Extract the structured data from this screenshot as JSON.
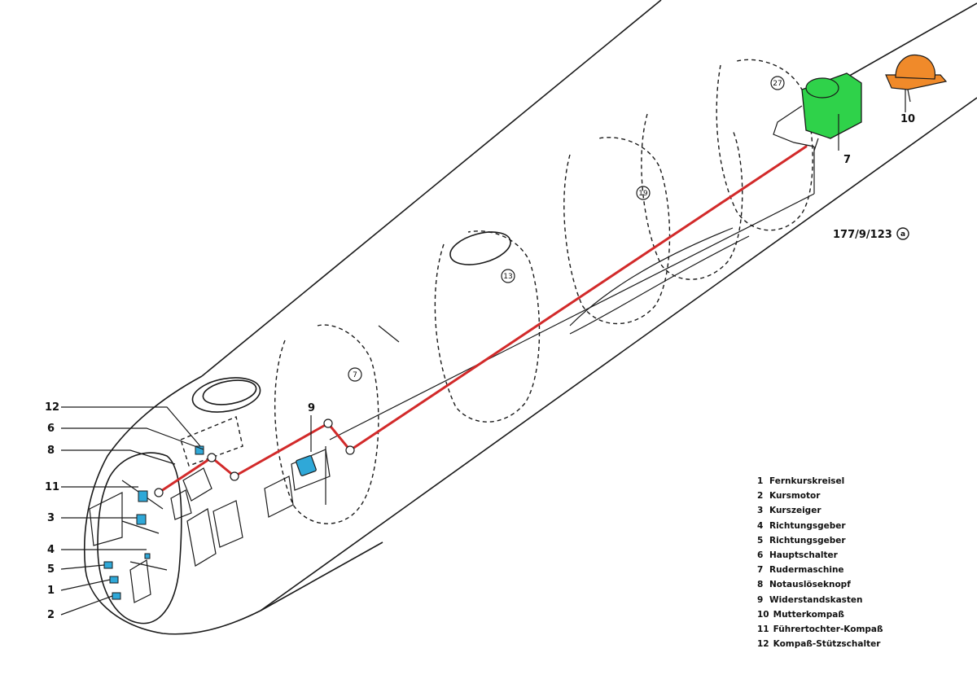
{
  "reference_code": "177/9/123",
  "reference_mark": "a",
  "callouts": {
    "c12": "12",
    "c6": "6",
    "c8": "8",
    "c11": "11",
    "c3": "3",
    "c4": "4",
    "c5": "5",
    "c1": "1",
    "c2": "2",
    "c9": "9",
    "c7": "7",
    "c10": "10"
  },
  "frame_labels": {
    "f7": "7",
    "f13": "13",
    "f19": "19",
    "f27": "27"
  },
  "legend": [
    {
      "num": "1",
      "label": "Fernkurskreisel"
    },
    {
      "num": "2",
      "label": "Kursmotor"
    },
    {
      "num": "3",
      "label": "Kurszeiger"
    },
    {
      "num": "4",
      "label": "Richtungsgeber"
    },
    {
      "num": "5",
      "label": "Richtungsgeber"
    },
    {
      "num": "6",
      "label": "Hauptschalter"
    },
    {
      "num": "7",
      "label": "Rudermaschine"
    },
    {
      "num": "8",
      "label": "Notauslöseknopf"
    },
    {
      "num": "9",
      "label": "Widerstandskasten"
    },
    {
      "num": "10",
      "label": "Mutterkompaß"
    },
    {
      "num": "11",
      "label": "Führertochter-Kompaß"
    },
    {
      "num": "12",
      "label": "Kompaß-Stützschalter"
    }
  ],
  "colors": {
    "wire": "#d22a2a",
    "servo": "#2fd24a",
    "master_compass": "#f08a2a",
    "instruments": "#2fa8d8",
    "ink": "#1a1a1a"
  }
}
